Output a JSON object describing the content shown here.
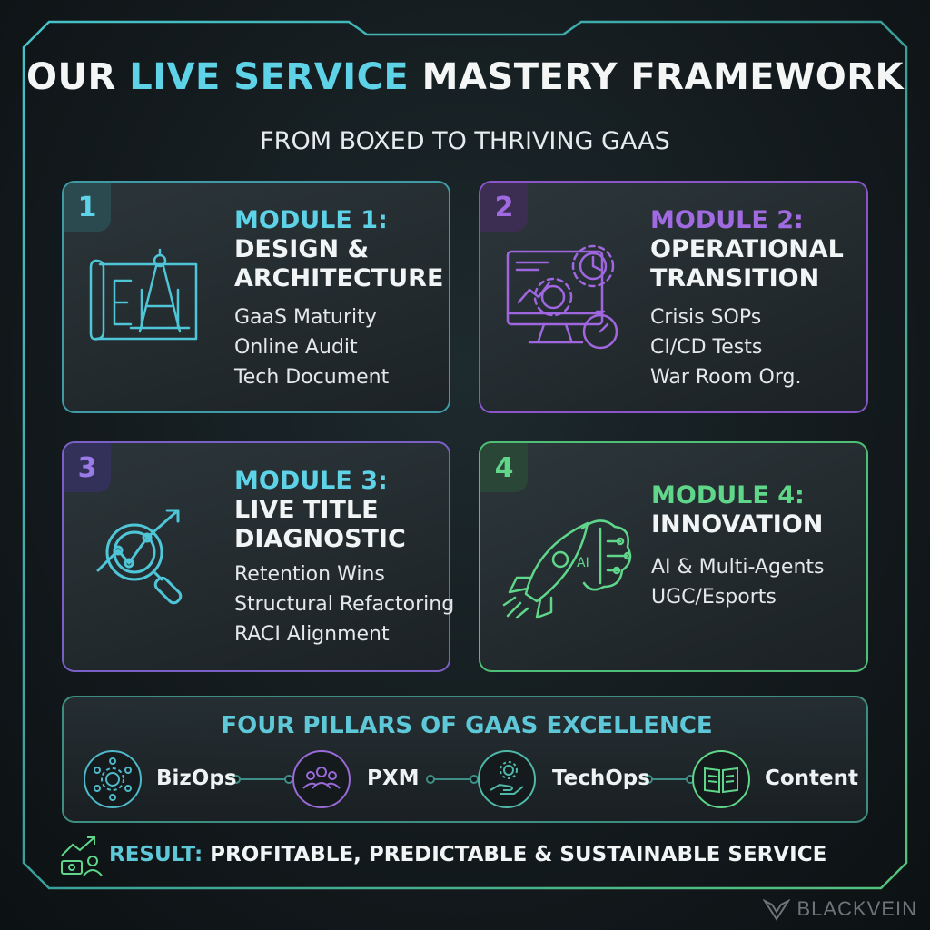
{
  "header": {
    "title_part1": "OUR ",
    "title_highlight": "LIVE SERVICE",
    "title_part2": " MASTERY FRAMEWORK",
    "subtitle": "FROM BOXED TO THRIVING GAAS"
  },
  "modules": [
    {
      "number": "1",
      "label": "MODULE 1:",
      "name_lines": [
        "DESIGN &",
        "ARCHITECTURE"
      ],
      "items": [
        "GaaS Maturity",
        "Online Audit",
        "Tech Document"
      ],
      "icon": "blueprint-compass-icon",
      "color": "#5ed2e6"
    },
    {
      "number": "2",
      "label": "MODULE 2:",
      "name_lines": [
        "OPERATIONAL",
        "TRANSITION"
      ],
      "items": [
        "Crisis SOPs",
        "CI/CD Tests",
        "War Room Org."
      ],
      "icon": "monitor-gears-stopwatch-icon",
      "color": "#a06ae0"
    },
    {
      "number": "3",
      "label": "MODULE 3:",
      "name_lines": [
        "LIVE TITLE",
        "DIAGNOSTIC"
      ],
      "items": [
        "Retention Wins",
        "Structural Refactoring",
        "RACI Alignment"
      ],
      "icon": "magnifier-trend-icon",
      "color": "#5ed2e6"
    },
    {
      "number": "4",
      "label": "MODULE 4:",
      "name_lines": [
        "INNOVATION"
      ],
      "items": [
        "AI & Multi-Agents",
        "UGC/Esports"
      ],
      "icon": "rocket-ai-brain-icon",
      "color": "#5fd68a"
    }
  ],
  "pillars": {
    "title": "FOUR PILLARS OF GAAS EXCELLENCE",
    "items": [
      {
        "label": "BizOps",
        "icon": "network-gear-icon",
        "color": "#4fb8c8"
      },
      {
        "label": "PXM",
        "icon": "people-group-icon",
        "color": "#9a6ad8"
      },
      {
        "label": "TechOps",
        "icon": "hand-gear-icon",
        "color": "#4fb8a8"
      },
      {
        "label": "Content",
        "icon": "open-book-icon",
        "color": "#5fd68a"
      }
    ]
  },
  "result": {
    "label": "RESULT:",
    "text": " PROFITABLE, PREDICTABLE & SUSTAINABLE SERVICE",
    "icon": "growth-money-person-icon"
  },
  "brand": {
    "name": "BLACKVEIN",
    "icon": "blackvein-logo-icon"
  }
}
